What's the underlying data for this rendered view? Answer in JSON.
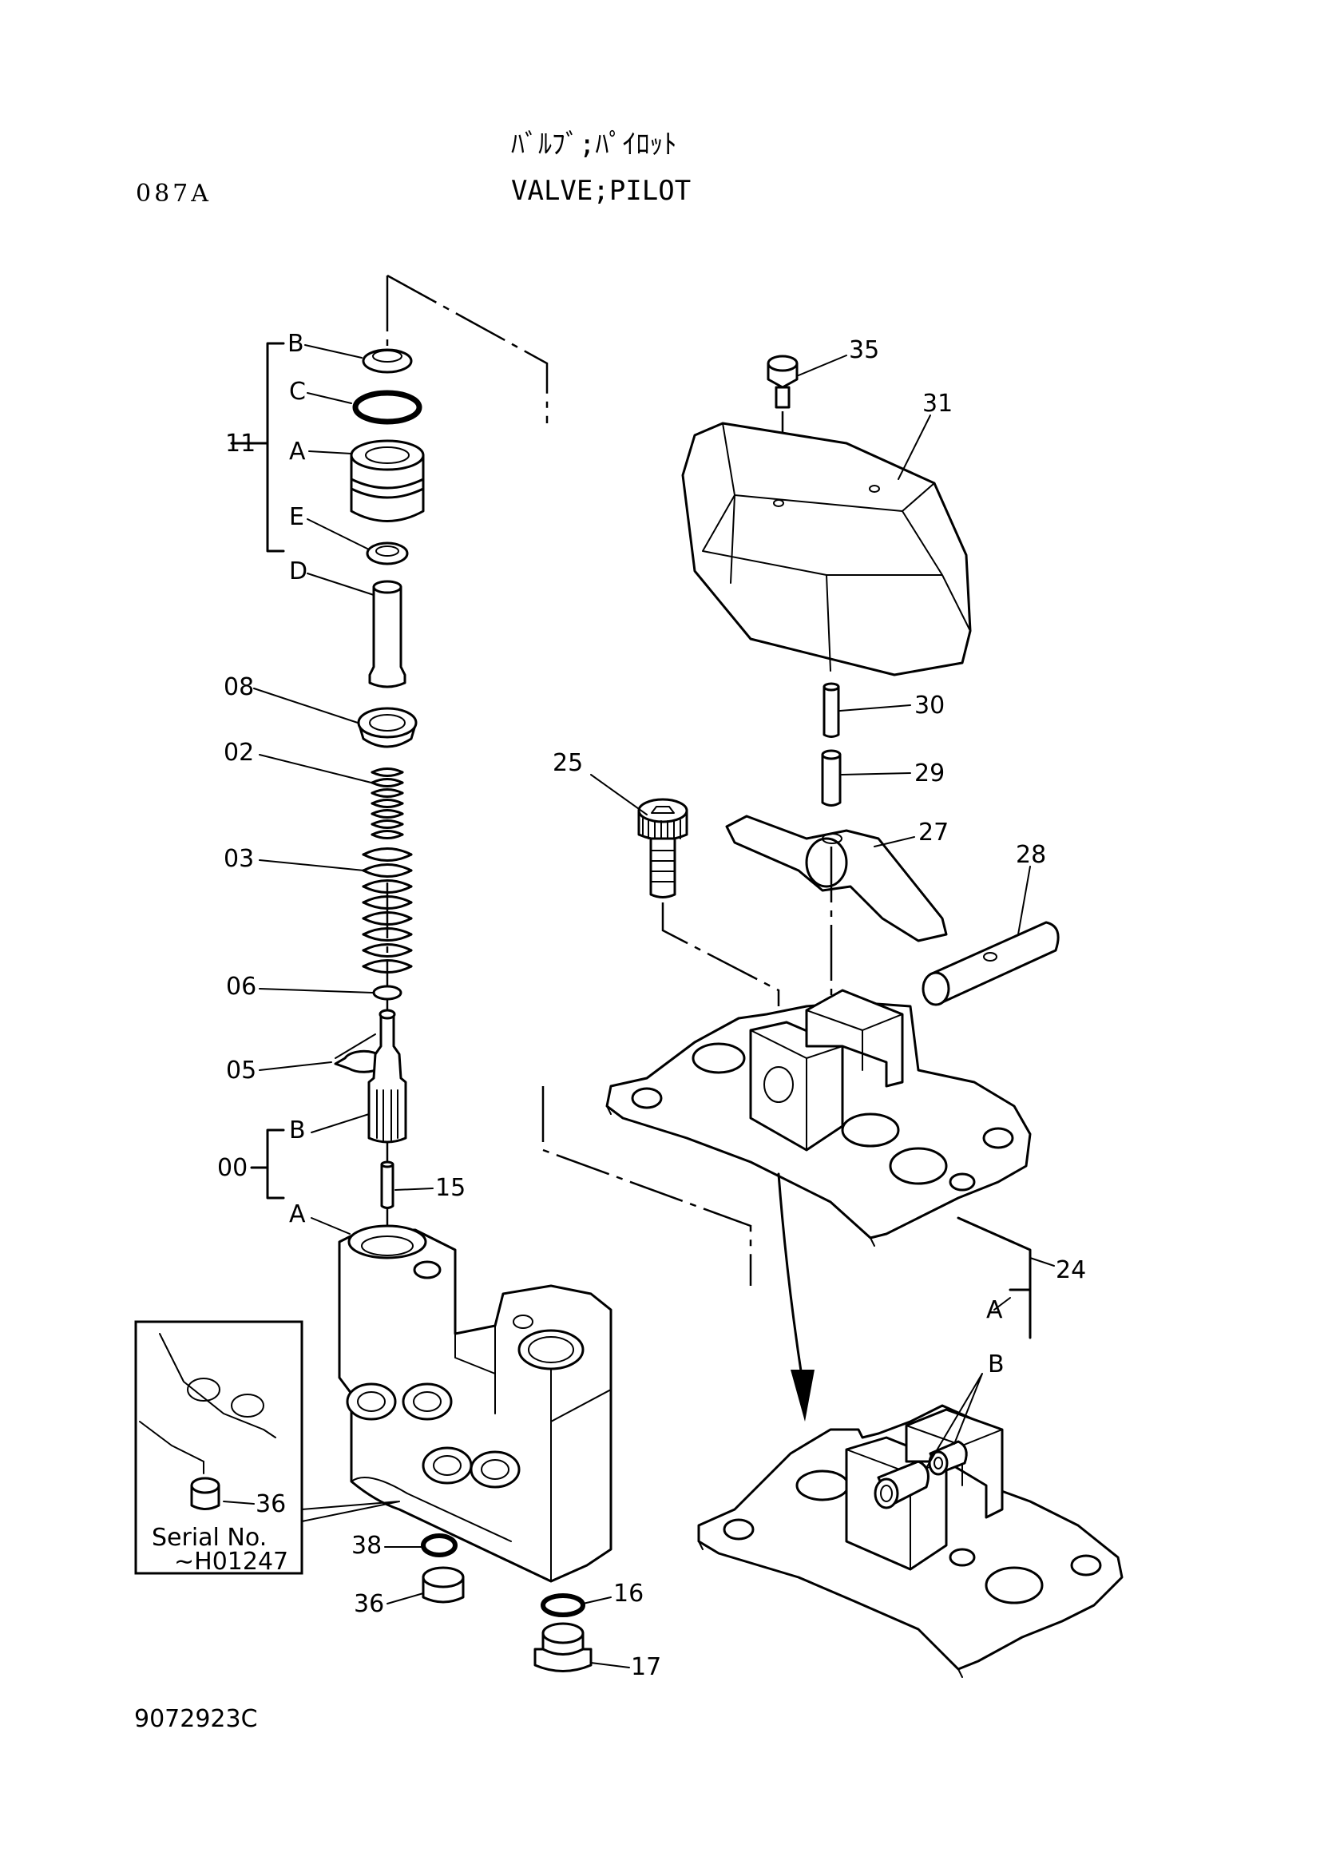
{
  "header": {
    "title_jp": "ﾊﾞﾙﾌﾞ;ﾊﾟｲﾛｯﾄ",
    "title_en": "VALVE;PILOT",
    "page_code": "087A"
  },
  "footer": {
    "drawing_number": "9072923C"
  },
  "labels": {
    "group_11": "11",
    "group_00": "00",
    "sub_b1": "B",
    "sub_c": "C",
    "sub_a1": "A",
    "sub_e": "E",
    "sub_d": "D",
    "p08": "08",
    "p02": "02",
    "p03": "03",
    "p06": "06",
    "p05": "05",
    "sub_b2": "B",
    "p15": "15",
    "sub_a2": "A",
    "p35": "35",
    "p31": "31",
    "p30": "30",
    "p29": "29",
    "p25": "25",
    "p27": "27",
    "p28": "28",
    "p24": "24",
    "sub_a3": "A",
    "sub_b3": "B",
    "p36a": "36",
    "p38": "38",
    "p36b": "36",
    "p16": "16",
    "p17": "17"
  },
  "inset": {
    "serial_line1": "Serial No.",
    "serial_line2": "∼H01247"
  }
}
